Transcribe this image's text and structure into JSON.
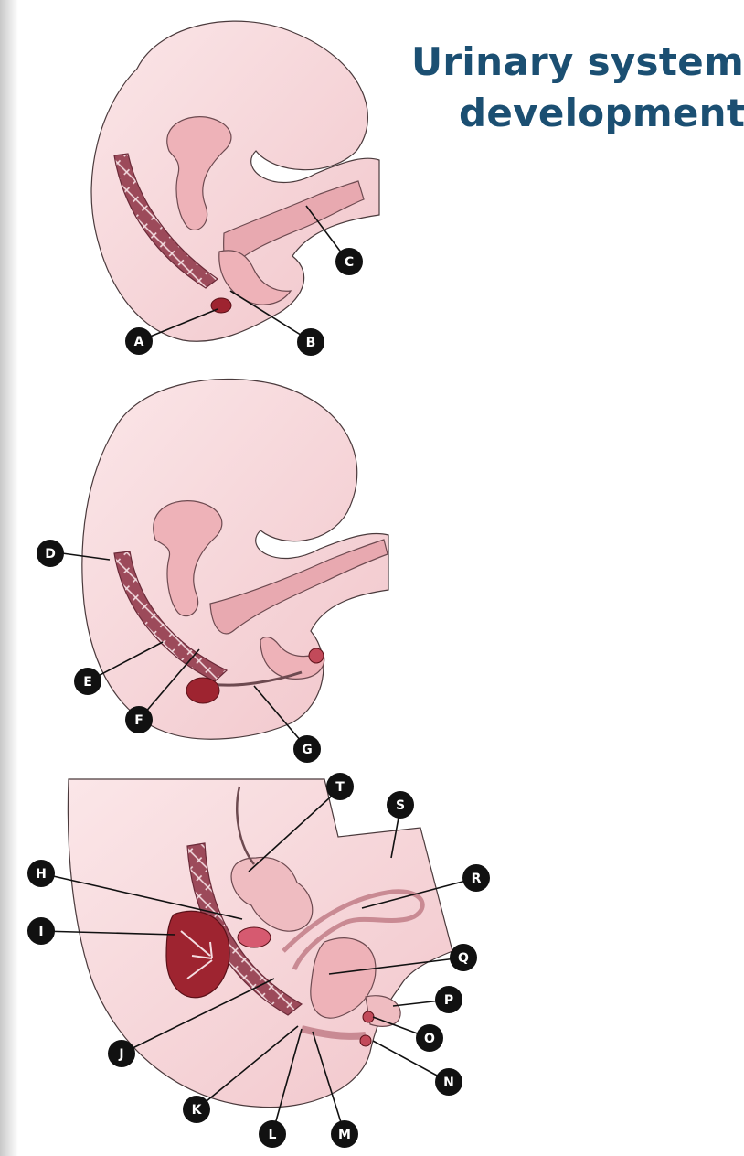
{
  "title": {
    "line1": "Urinary system",
    "line2": "development"
  },
  "colors": {
    "title": "#1b4f72",
    "embryo_skin": "#f5d5d9",
    "outline": "#4a3a3c",
    "organ": "#e7a7ad",
    "kidney": "#9e2430",
    "label_marker": "#111111"
  },
  "labels": {
    "A": "A",
    "B": "B",
    "C": "C",
    "D": "D",
    "E": "E",
    "F": "F",
    "G": "G",
    "H": "H",
    "I": "I",
    "J": "J",
    "K": "K",
    "L": "L",
    "M": "M",
    "N": "N",
    "O": "O",
    "P": "P",
    "Q": "Q",
    "R": "R",
    "S": "S",
    "T": "T"
  }
}
